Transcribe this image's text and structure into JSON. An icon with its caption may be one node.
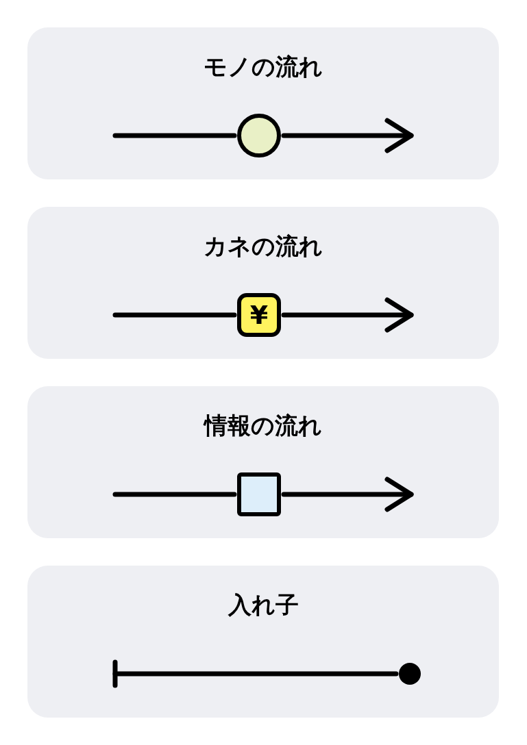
{
  "diagram": {
    "nodes": [
      {
        "text": [
          "モノの流れ"
        ]
      },
      {
        "text": [],
        "shape": "circle",
        "in": 0
      },
      {
        "text": [
          "カネの流れ"
        ]
      },
      {
        "text": [
          "¥"
        ],
        "in": 2
      },
      {
        "text": [
          "情報の流れ"
        ]
      },
      {
        "text": [],
        "shape": "box",
        "in": 4
      },
      {
        "text": [
          "入れ子"
        ]
      },
      {
        "text": [],
        "shape": "circle",
        "in": 6
      }
    ],
    "edges": [
      {
        "from": null,
        "to": 1,
        "arrow": "none"
      },
      {
        "from": 1,
        "to": null,
        "arrow": "to"
      },
      {
        "from": null,
        "to": 3,
        "arrow": "none"
      },
      {
        "from": 3,
        "to": null,
        "arrow": "to"
      },
      {
        "from": null,
        "to": 5,
        "arrow": "none"
      },
      {
        "from": 5,
        "to": null,
        "arrow": "to"
      },
      {
        "from": null,
        "to": 7,
        "arrow": "other"
      }
    ]
  }
}
